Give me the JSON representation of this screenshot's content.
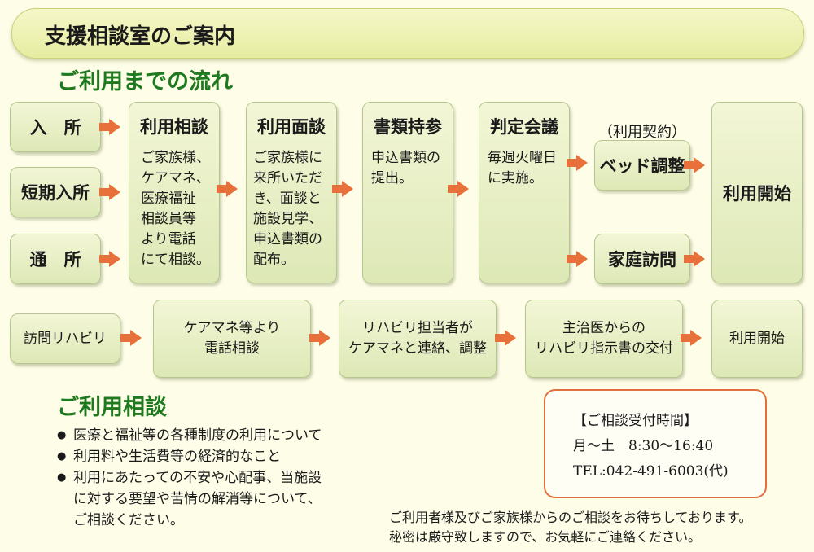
{
  "banner": {
    "title": "支援相談室のご案内"
  },
  "flow": {
    "heading": "ご利用までの流れ",
    "entry": [
      "入　所",
      "短期入所",
      "通　所"
    ],
    "steps": [
      {
        "title": "利用相談",
        "body": "ご家族様、\nケアマネ、\n医療福祉\n相談員等\nより電話\nにて相談。"
      },
      {
        "title": "利用面談",
        "body": "ご家族様に\n来所いただ\nき、面談と\n施設見学、\n申込書類の\n配布。"
      },
      {
        "title": "書類持参",
        "body": "申込書類の\n提出。"
      },
      {
        "title": "判定会議",
        "body": "毎週火曜日\nに実施。"
      }
    ],
    "contract_label": "（利用契約）",
    "contract_options": [
      "ベッド調整",
      "家庭訪問"
    ],
    "start": "利用開始"
  },
  "rehab": {
    "steps": [
      "訪問リハビリ",
      "ケアマネ等より\n電話相談",
      "リハビリ担当者が\nケアマネと連絡、調整",
      "主治医からの\nリハビリ指示書の交付",
      "利用開始"
    ]
  },
  "consult": {
    "heading": "ご利用相談",
    "items": [
      "医療と福祉等の各種制度の利用について",
      "利用料や生活費等の経済的なこと",
      "利用にあたっての不安や心配事、当施設\nに対する要望や苦情の解消等について、\nご相談ください。"
    ]
  },
  "hours": {
    "label": "【ご相談受付時間】",
    "time": "月〜土　8:30〜16:40",
    "tel": "TEL:042-491-6003(代)"
  },
  "footer": {
    "line1": "ご利用者様及びご家族様からのご相談をお待ちしております。",
    "line2": "秘密は厳守致しますので、お気軽にご連絡ください。"
  },
  "colors": {
    "heading_green": "#1f7a1f",
    "arrow_orange": "#e8703a",
    "box_green": "#e4edc4"
  }
}
